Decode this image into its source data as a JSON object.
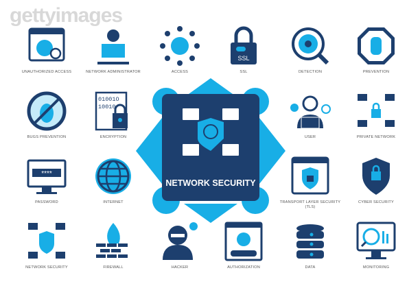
{
  "watermark": "gettyimages",
  "colors": {
    "dark": "#1d3f6e",
    "accent": "#18aee6"
  },
  "center": {
    "title": "NETWORK SECURITY",
    "icon": "network-shield-icon"
  },
  "icons": [
    {
      "label": "UNAUTHORIZED ACCESS",
      "icon": "unauthorized-access-icon"
    },
    {
      "label": "NETWORK ADMINISTRATOR",
      "icon": "network-administrator-icon"
    },
    {
      "label": "ACCESS",
      "icon": "access-icon"
    },
    {
      "label": "SSL",
      "icon": "ssl-lock-icon"
    },
    {
      "label": "DETECTION",
      "icon": "detection-eye-icon"
    },
    {
      "label": "PREVENTION",
      "icon": "prevention-hand-icon"
    },
    {
      "label": "BUGS PREVENTION",
      "icon": "bug-prevention-icon"
    },
    {
      "label": "ENCRYPTION",
      "icon": "encryption-icon"
    },
    {
      "label": "USER",
      "icon": "user-icon"
    },
    {
      "label": "PRIVATE NETWORK",
      "icon": "private-network-icon"
    },
    {
      "label": "PASSWORD",
      "icon": "password-icon"
    },
    {
      "label": "INTERNET",
      "icon": "globe-icon"
    },
    {
      "label": "TRANSPORT LAYER SECURITY (TLS)",
      "icon": "tls-icon"
    },
    {
      "label": "CYBER SECURITY",
      "icon": "cyber-security-icon"
    },
    {
      "label": "NETWORK SECURITY",
      "icon": "network-security-icon"
    },
    {
      "label": "FIREWALL",
      "icon": "firewall-icon"
    },
    {
      "label": "HACKER",
      "icon": "hacker-icon"
    },
    {
      "label": "AUTHORIZATION",
      "icon": "authorization-icon"
    },
    {
      "label": "DATA",
      "icon": "database-icon"
    },
    {
      "label": "MONITORING",
      "icon": "monitoring-icon"
    }
  ],
  "ssl_text": "SSL",
  "password_mask": "****",
  "encryption_bits": [
    "01001O",
    "10010"
  ]
}
